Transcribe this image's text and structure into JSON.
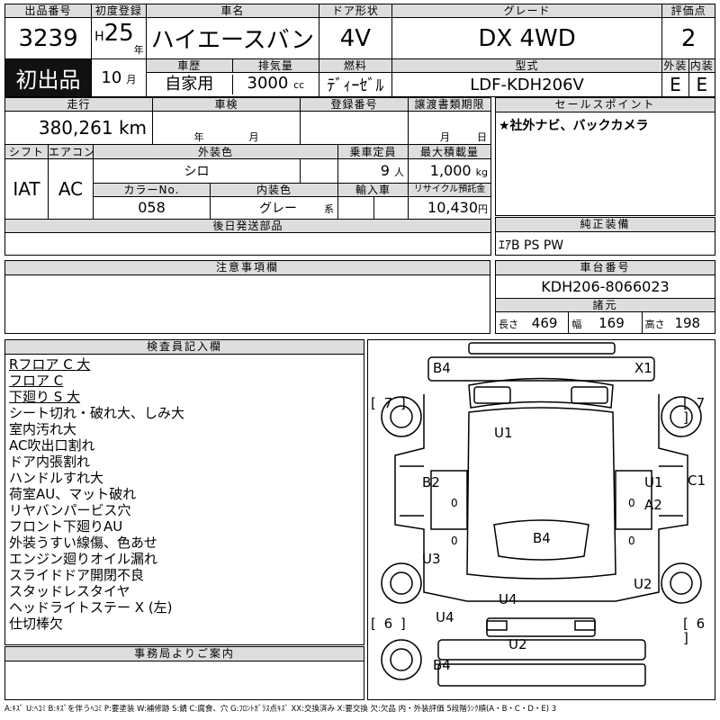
{
  "header": {
    "lot_no_label": "出品番号",
    "lot_no": "3239",
    "first_listing": "初出品",
    "first_reg_label": "初度登録",
    "era": "H",
    "year": "25",
    "year_unit": "年",
    "month": "10",
    "month_unit": "月",
    "car_name_label": "車名",
    "car_name": "ハイエースバン",
    "history_label": "車歴",
    "history": "自家用",
    "door_label": "ドア形状",
    "door": "4V",
    "displacement_label": "排気量",
    "displacement": "3000",
    "displacement_unit": "cc",
    "fuel_label": "燃料",
    "fuel": "ﾃﾞｨｰｾﾞﾙ",
    "grade_label": "グレード",
    "grade": "DX 4WD",
    "model_label": "型式",
    "model": "LDF-KDH206V",
    "score_label": "評価点",
    "score": "2",
    "exterior_label": "外装",
    "exterior": "E",
    "interior_label": "内装",
    "interior": "E"
  },
  "row2": {
    "mileage_label": "走行",
    "mileage": "380,261",
    "mileage_unit": "km",
    "inspection_label": "車検",
    "year_unit": "年",
    "month_unit": "月",
    "plate_label": "登録番号",
    "transfer_label": "譲渡書類期限",
    "day_unit": "日",
    "shift_label": "シフト",
    "shift": "IAT",
    "ac_label": "エアコン",
    "ac": "AC",
    "color_label": "外装色",
    "color": "シロ",
    "capacity_label": "乗車定員",
    "capacity": "9",
    "capacity_unit": "人",
    "load_label": "最大積載量",
    "load": "1,000",
    "load_unit": "kg",
    "color_no_label": "カラーNo.",
    "color_no": "058",
    "interior_color_label": "内装色",
    "interior_color": "グレー",
    "interior_color_unit": "系",
    "import_label": "輸入車",
    "recycle_label": "リサイクル預託金",
    "recycle": "10,430",
    "recycle_unit": "円",
    "later_parts_label": "後日発送部品"
  },
  "selling_points": {
    "label": "セールスポイント",
    "text": "★社外ナビ、バックカメラ"
  },
  "equipment": {
    "label": "純正装備",
    "text": "ｴｱB PS PW"
  },
  "caution": {
    "label": "注意事項欄"
  },
  "chassis": {
    "label": "車台番号",
    "value": "KDH206-8066023",
    "dims_label": "諸元",
    "length_label": "長さ",
    "length": "469",
    "width_label": "幅",
    "width": "169",
    "height_label": "高さ",
    "height": "198"
  },
  "inspector": {
    "label": "検査員記入欄",
    "notes": [
      "Rフロア C 大",
      "フロア C",
      "下廻り S 大",
      "シート切れ・破れ大、しみ大",
      "室内汚れ大",
      "AC吹出口割れ",
      "ドア内張割れ",
      "ハンドルすれ大",
      "荷室AU、マット破れ",
      "リヤバンパービス穴",
      "フロント下廻りAU",
      "外装うすい線傷、色あせ",
      "エンジン廻りオイル漏れ",
      "スライドドア開閉不良",
      "スタッドレスタイヤ",
      "ヘッドライトステー X (左)",
      "仕切棒欠"
    ]
  },
  "office": {
    "label": "事務局よりご案内"
  },
  "diagram": {
    "marks": {
      "front_left": "B4",
      "front_right": "X1",
      "roof_front": "U1",
      "left_side": "B2",
      "right_side_a": "U1",
      "right_side_b": "A2",
      "right_edge": "C1",
      "center": "B4",
      "left_rear_side": "U3",
      "right_rear_side": "U2",
      "rear_center": "U4",
      "rear_left": "U4",
      "rear_bumper": "U2",
      "rear_bottom": "B4",
      "tire_fl": "[ 7 ]",
      "tire_fr": "[ 7 ]",
      "tire_rl": "[ 6 ]",
      "tire_rr": "[ 6 ]",
      "zero": "0"
    }
  },
  "legend": "A:ｷｽﾞ U:ﾍｺﾐ B:ｷｽﾞを伴うﾍｺﾐ P:要塗装 W:補修跡 S:錆 C:腐食、穴 G:ﾌﾛﾝﾄｶﾞﾗｽ点ｷｽﾞ XX:交換済み X:要交換 欠:欠品 内・外装評価 5段階ﾗﾝｸ順(A・B・C・D・E) 3"
}
